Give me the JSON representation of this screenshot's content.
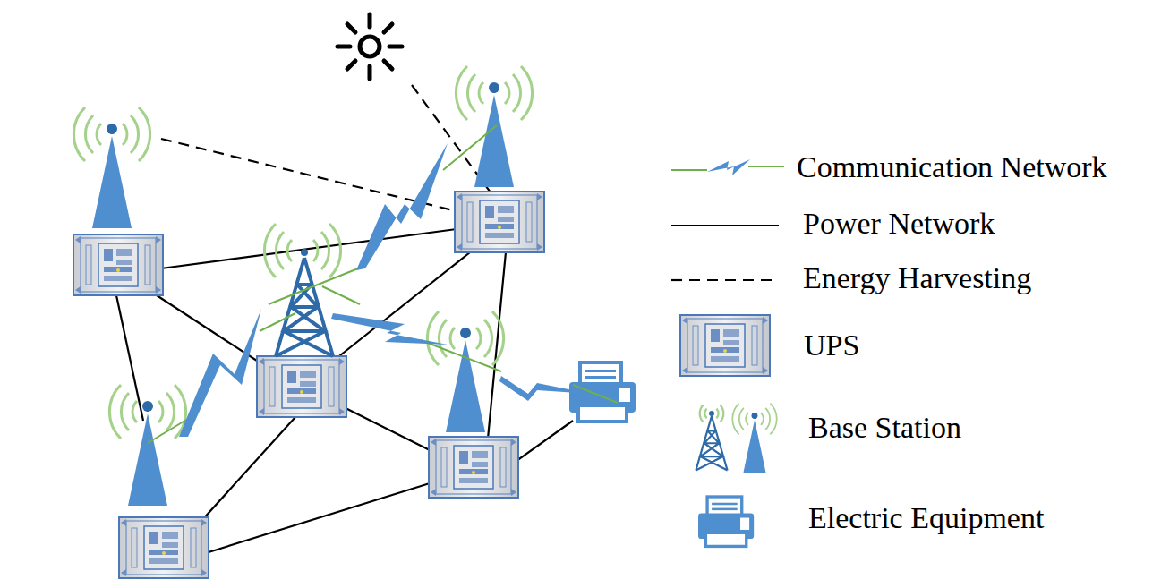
{
  "diagram": {
    "legend": [
      {
        "text": "Communication Network"
      },
      {
        "text": "Power Network"
      },
      {
        "text": "Energy Harvesting"
      },
      {
        "text": "UPS"
      },
      {
        "text": "Base Station"
      },
      {
        "text": "Electric Equipment"
      }
    ]
  }
}
